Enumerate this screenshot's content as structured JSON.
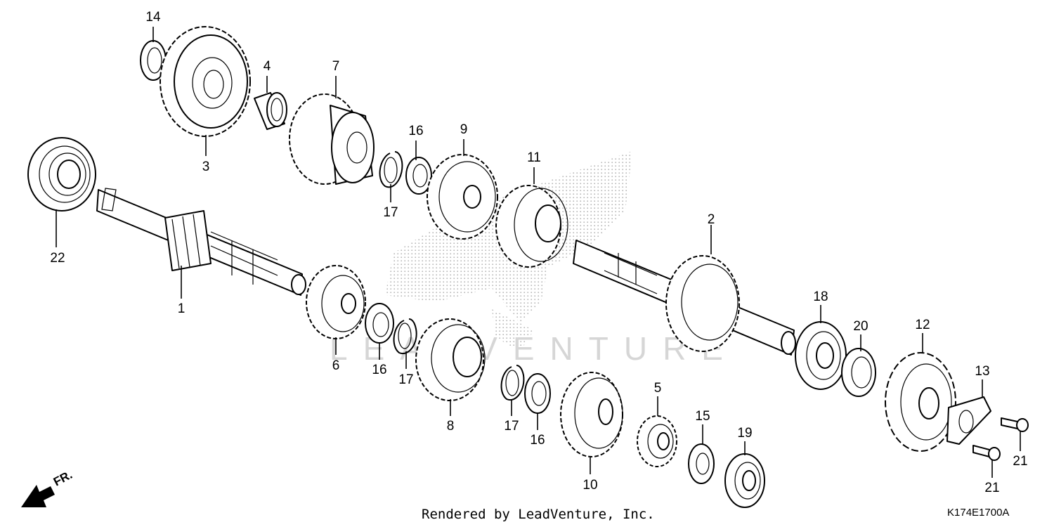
{
  "diagram": {
    "callouts": [
      "1",
      "2",
      "3",
      "4",
      "5",
      "6",
      "7",
      "8",
      "9",
      "10",
      "11",
      "12",
      "13",
      "14",
      "15",
      "16",
      "16",
      "16",
      "17",
      "17",
      "17",
      "18",
      "19",
      "20",
      "21",
      "21",
      "22"
    ],
    "footer_text": "Rendered by LeadVenture, Inc.",
    "diagram_code": "K174E1700A",
    "direction_label": "FR.",
    "watermark_text": "LEADVENTURE"
  },
  "labels": {
    "l1": "1",
    "l2": "2",
    "l3": "3",
    "l4": "4",
    "l5": "5",
    "l6": "6",
    "l7": "7",
    "l8": "8",
    "l9": "9",
    "l10": "10",
    "l11": "11",
    "l12": "12",
    "l13": "13",
    "l14": "14",
    "l15": "15",
    "l16a": "16",
    "l16b": "16",
    "l16c": "16",
    "l17a": "17",
    "l17b": "17",
    "l17c": "17",
    "l18": "18",
    "l19": "19",
    "l20": "20",
    "l21a": "21",
    "l21b": "21",
    "l22": "22"
  },
  "colors": {
    "line": "#000000",
    "background": "#ffffff",
    "watermark": "#9a9a9a"
  }
}
